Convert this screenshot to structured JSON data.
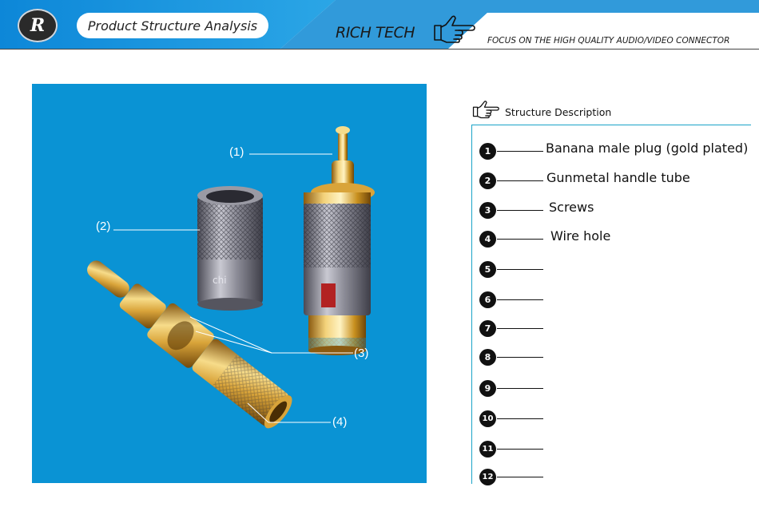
{
  "header": {
    "logo_letter": "R",
    "title": "Product Structure Analysis",
    "brand": "RICH TECH",
    "tagline": "FOCUS ON THE HIGH QUALITY AUDIO/VIDEO CONNECTOR",
    "colors": {
      "banner_blue": "#1b8fd6",
      "panel_blue": "#0a93d4",
      "accent_rule": "#1aa3c8"
    }
  },
  "photo": {
    "callouts": [
      "(1)",
      "(2)",
      "(3)",
      "(4)"
    ],
    "sleeve_text": "chi"
  },
  "description": {
    "title": "Structure Description",
    "items": [
      {
        "num": "1",
        "label": "Banana male plug (gold plated)"
      },
      {
        "num": "2",
        "label": "Gunmetal handle tube"
      },
      {
        "num": "3",
        "label": "Screws"
      },
      {
        "num": "4",
        "label": "Wire hole"
      },
      {
        "num": "5",
        "label": ""
      },
      {
        "num": "6",
        "label": ""
      },
      {
        "num": "7",
        "label": ""
      },
      {
        "num": "8",
        "label": ""
      },
      {
        "num": "9",
        "label": ""
      },
      {
        "num": "10",
        "label": ""
      },
      {
        "num": "11",
        "label": ""
      },
      {
        "num": "12",
        "label": ""
      }
    ]
  }
}
